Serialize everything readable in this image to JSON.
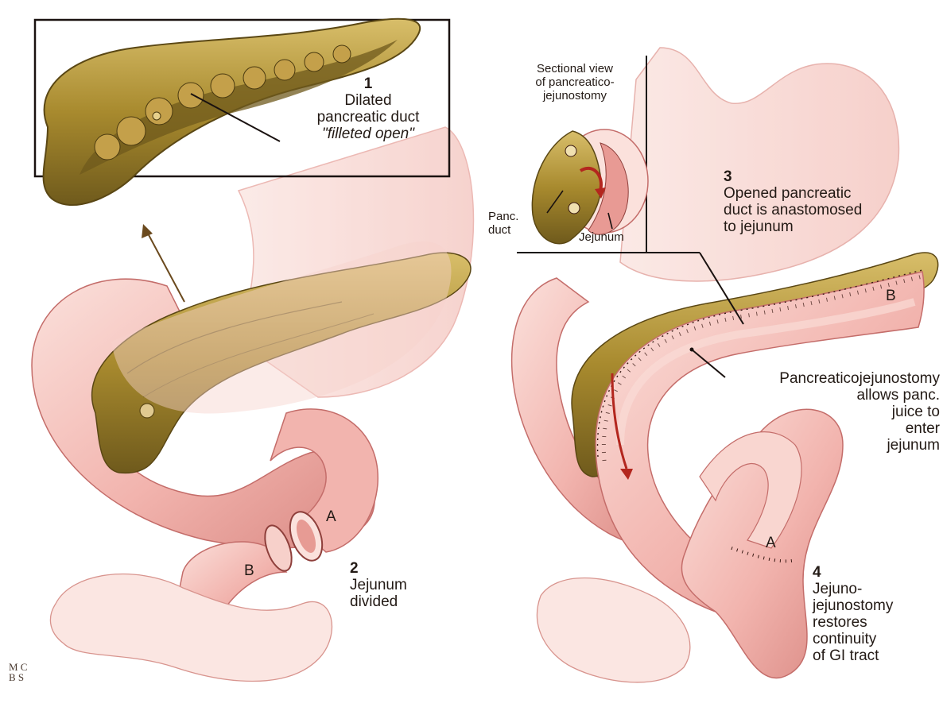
{
  "figure": {
    "step1": {
      "number": "1",
      "line1": "Dilated",
      "line2": "pancreatic duct",
      "line3": "\"filleted open\""
    },
    "step2": {
      "number": "2",
      "line1": "Jejunum",
      "line2": "divided"
    },
    "step3": {
      "number": "3",
      "line1": "Opened pancreatic",
      "line2": "duct is anastomosed",
      "line3": "to jejunum"
    },
    "step4": {
      "number": "4",
      "line1": "Jejuno-",
      "line2": "jejunostomy",
      "line3": "restores",
      "line4": "continuity",
      "line5": "of GI tract"
    },
    "inset": {
      "title1": "Sectional view",
      "title2": "of pancreatico-",
      "title3": "jejunostomy",
      "panc_label1": "Panc.",
      "panc_label2": "duct",
      "jejunum_label": "Jejunum"
    },
    "callout": {
      "line1": "Pancreaticojejunostomy",
      "line2": "allows panc.",
      "line3": "juice to",
      "line4": "enter",
      "line5": "jejunum"
    },
    "letters": {
      "a_left": "A",
      "b_left": "B",
      "a_right": "A",
      "b_right": "B"
    },
    "signature": {
      "line1": "M C",
      "line2": "B S"
    }
  },
  "colors": {
    "pancreas": "#a88a2e",
    "pancreas_dark": "#6f5a1c",
    "pancreas_light": "#d8be6a",
    "bowel": "#f2b4ae",
    "bowel_dark": "#c46d6a",
    "bowel_light": "#fbe1dc",
    "outline": "#1a1210",
    "arrow_red": "#b3261e"
  }
}
